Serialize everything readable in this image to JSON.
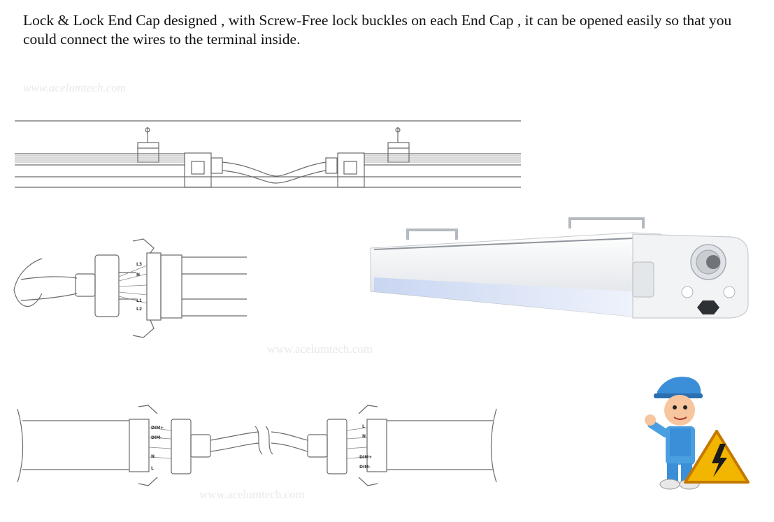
{
  "description": "Lock & Lock End Cap designed , with Screw-Free lock buckles on each End Cap , it can be opened easily so that you could connect the wires to the terminal inside.",
  "watermarks": [
    "www.acelumtech.com",
    "www.acelumtech.com",
    "www.acelumtech.com"
  ],
  "terminal_labels_left": [
    "L3",
    "N",
    "L1",
    "L2"
  ],
  "terminal_labels_bottom_left": [
    "DIM+",
    "DIM-",
    "N",
    "L"
  ],
  "terminal_labels_bottom_right": [
    "L",
    "N",
    "DIM+",
    "DIM-"
  ],
  "colors": {
    "line": "#6a6a6a",
    "fixture_body": "#eef0f2",
    "diffuser": "#dfe6f5",
    "hat": "#3b8fd8",
    "warning": "#f2b600"
  }
}
